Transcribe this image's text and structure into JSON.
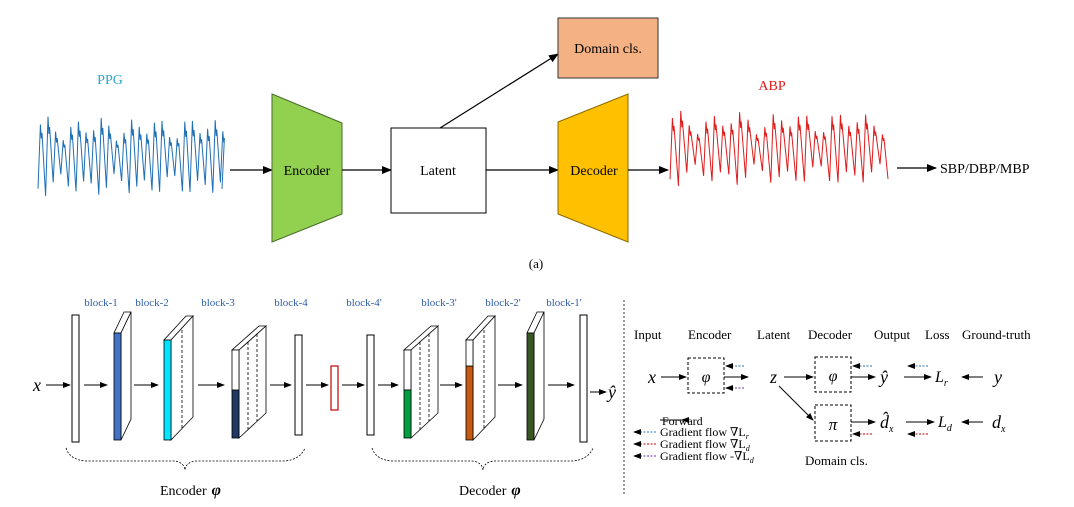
{
  "panel_a": {
    "input_label": "PPG",
    "encoder": "Encoder",
    "latent": "Latent",
    "decoder": "Decoder",
    "domain_cls": "Domain cls.",
    "output_label": "ABP",
    "result": "SBP/DBP/MBP",
    "caption": "(a)"
  },
  "panel_b": {
    "blocks": [
      "block-1",
      "block-2",
      "block-3",
      "block-4",
      "block-4'",
      "block-3'",
      "block-2'",
      "block-1'"
    ],
    "input_symbol": "x",
    "output_symbol": "ŷ",
    "encoder_label": "Encoder",
    "encoder_symbol": "φ",
    "decoder_label": "Decoder",
    "decoder_symbol": "φ"
  },
  "legend": {
    "headers": [
      "Input",
      "Encoder",
      "Latent",
      "Decoder",
      "Output",
      "Loss",
      "Ground-truth"
    ],
    "x": "x",
    "phi": "φ",
    "z": "z",
    "varphi": "φ",
    "yhat": "ŷ",
    "Lr": "L",
    "Lr_sub": "r",
    "y": "y",
    "pi": "π",
    "dhat": "d̂",
    "dhat_sub": "x",
    "Ld": "L",
    "Ld_sub": "d",
    "dx": "d",
    "dx_sub": "x",
    "domain_cls": "Domain cls.",
    "lines": [
      {
        "text": "Forward"
      },
      {
        "text": "Gradient flow ∇L",
        "sub": "r"
      },
      {
        "text": "Gradient flow ∇L",
        "sub": "d"
      },
      {
        "text": "Gradient flow -∇L",
        "sub": "d"
      }
    ]
  },
  "colors": {
    "ppg": "#1f6fb5",
    "abp": "#e01b1b",
    "ppg_label": "#2aa8c8",
    "abp_label": "#e01b1b",
    "encoder": "#92d050",
    "decoder": "#ffc000",
    "domain": "#f4b183",
    "block_label": "#2e5fa8",
    "block1": "#4472c4",
    "block2": "#00e5ff",
    "block3": "#1f3864",
    "dblock3": "#00a040",
    "dblock2": "#c55a11",
    "dblock1": "#375623",
    "latent_red": "#c00000",
    "grad_r": "#2e75b6",
    "grad_d": "#c00000",
    "grad_neg": "#7030a0"
  }
}
